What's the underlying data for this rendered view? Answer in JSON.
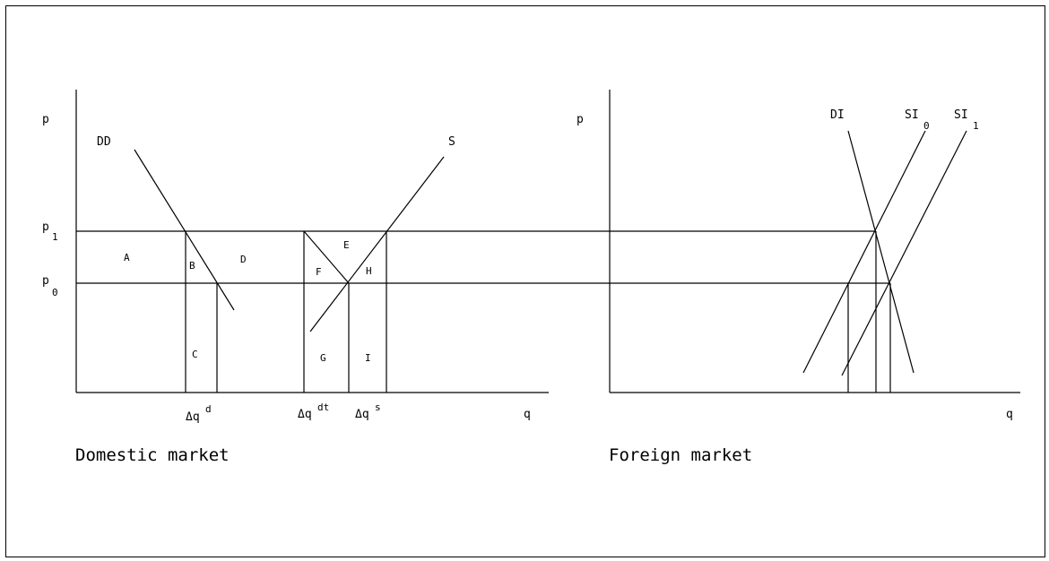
{
  "domestic": {
    "caption": "Domestic market",
    "axis_p": "p",
    "axis_q": "q",
    "price_p1": "p",
    "price_p1_sub": "1",
    "price_p0": "p",
    "price_p0_sub": "0",
    "demand_label": "DD",
    "supply_label": "S",
    "areas": {
      "A": "A",
      "B": "B",
      "C": "C",
      "D": "D",
      "E": "E",
      "F": "F",
      "G": "G",
      "H": "H",
      "I": "I"
    },
    "tick_dqd": "Δq",
    "tick_dqd_sup": "d",
    "tick_dqdt": "Δq",
    "tick_dqdt_sup": "dt",
    "tick_dqs": "Δq",
    "tick_dqs_sup": "s"
  },
  "foreign": {
    "caption": "Foreign market",
    "axis_p": "p",
    "axis_q": "q",
    "demand_label": "DI",
    "supply0_label": "SI",
    "supply0_sub": "0",
    "supply1_label": "SI",
    "supply1_sub": "1"
  }
}
